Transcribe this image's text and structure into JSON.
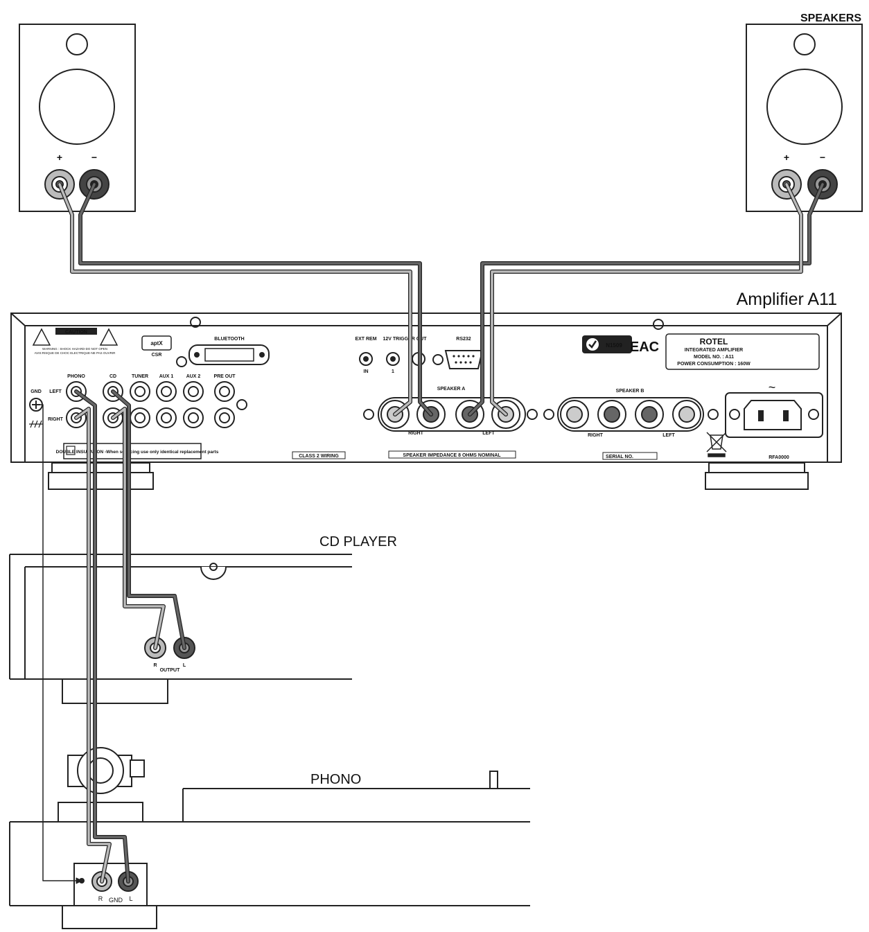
{
  "labels": {
    "speakers": "SPEAKERS",
    "amplifier": "Amplifier A11",
    "cd_player": "CD PLAYER",
    "phono": "PHONO",
    "plus": "+",
    "minus": "−"
  },
  "panel": {
    "caution": "CAUTION",
    "warning_1": "WARNING : SHOCK HAZARD-DO NOT OPEN",
    "warning_2": "AVIS:RISQUE DE CHOC ELECTRIQUE-NE PAS OUVRIR",
    "aptx": "aptX",
    "csr": "CSR",
    "bluetooth": "BLUETOOTH",
    "ext_rem": "EXT REM",
    "in": "IN",
    "trigger": "12V TRIGGER OUT",
    "trigger_num": "1",
    "rs232": "RS232",
    "n_mark": "N1509",
    "eac": "EAC",
    "brand": "ROTEL",
    "product": "INTEGRATED AMPLIFIER",
    "model": "MODEL NO. : A11",
    "power": "POWER CONSUMPTION : 160W",
    "gnd": "GND",
    "left": "LEFT",
    "right": "RIGHT",
    "phono": "PHONO",
    "cd": "CD",
    "tuner": "TUNER",
    "aux1": "AUX 1",
    "aux2": "AUX 2",
    "pre_out": "PRE OUT",
    "speaker_a": "SPEAKER A",
    "speaker_b": "SPEAKER B",
    "right_lbl": "RIGHT",
    "left_lbl": "LEFT",
    "double_insulation": "DOUBLE INSULATION -When servicing use only identical replacement parts",
    "class2": "CLASS 2 WIRING",
    "impedance": "SPEAKER IMPEDANCE 8 OHMS NOMINAL",
    "serial": "SERIAL NO.",
    "ac": "~",
    "model_code": "RFA0000"
  },
  "cd": {
    "r": "R",
    "l": "L",
    "output": "OUTPUT"
  },
  "turntable": {
    "r": "R",
    "gnd": "GND",
    "l": "L"
  },
  "colors": {
    "line": "#222222",
    "cable_dark": "#555555",
    "cable_light": "#bbbbbb"
  }
}
